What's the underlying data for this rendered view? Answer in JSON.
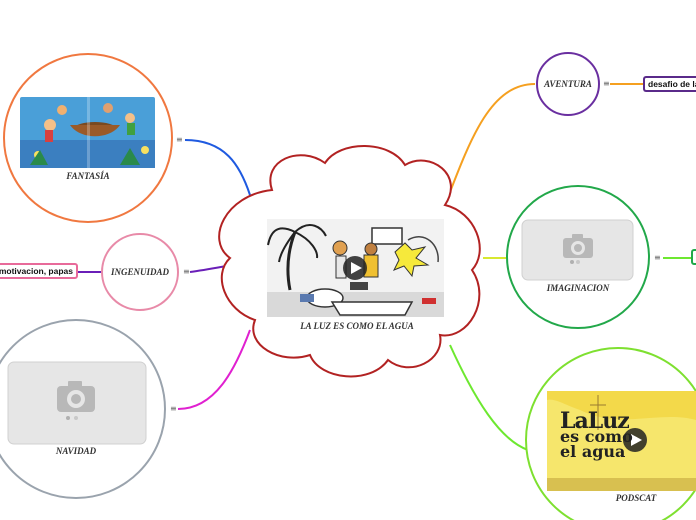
{
  "central": {
    "label": "LA LUZ ES COMO EL AGUA",
    "color": "#b22222"
  },
  "nodes": {
    "fantasia": {
      "label": "FANTASÍA",
      "border": "#f07840",
      "line": "#1f5ae0"
    },
    "ingenuidad": {
      "label": "INGENUIDAD",
      "border": "#e88aa8",
      "line": "#6a1fb8"
    },
    "navidad": {
      "label": "NAVIDAD",
      "border": "#9aa3ad",
      "line": "#e020d0"
    },
    "aventura": {
      "label": "AVENTURA",
      "border": "#6a2fa0",
      "line": "#f5a020"
    },
    "imaginacion": {
      "label": "IMAGINACION",
      "border": "#22a84a",
      "line": "#d8e830"
    },
    "podscat": {
      "label": "PODSCAT",
      "border": "#7ee030",
      "line": "#6de830"
    }
  },
  "tags": {
    "desafio": {
      "label": "desafio de la",
      "border": "#5a2a8a"
    },
    "motivacion": {
      "label": "motivacion, papas",
      "border": "#e86a9a"
    }
  },
  "menu_icon": "≡",
  "book_cover": {
    "line1": "LaLuz",
    "line2": "es como",
    "line3": "el agua"
  },
  "icons": [
    "camera-icon",
    "play-icon",
    "menu-icon"
  ]
}
